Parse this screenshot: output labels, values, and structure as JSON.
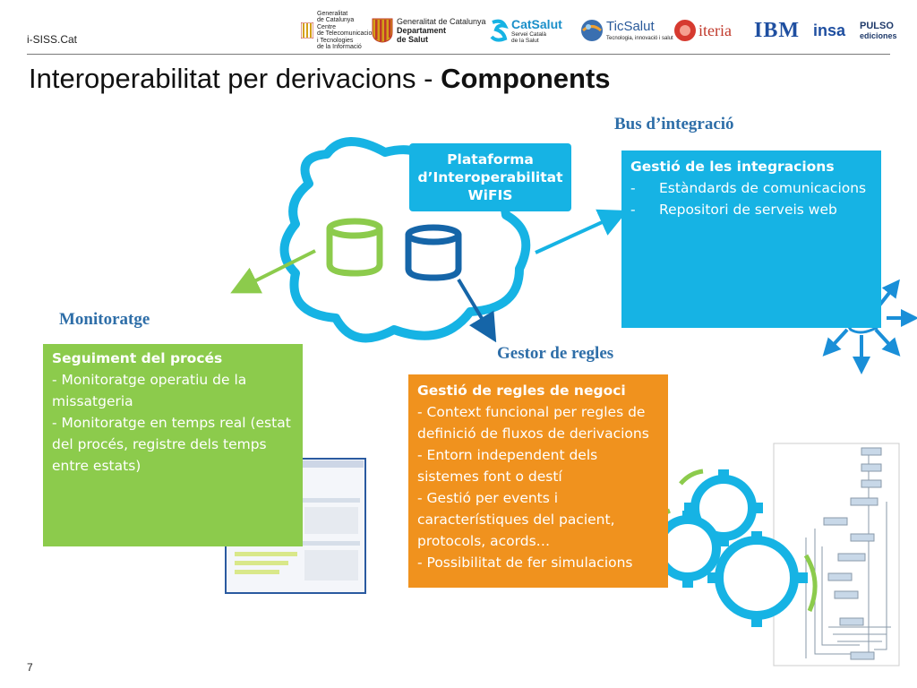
{
  "header": {
    "top_label": "i-SISS.Cat",
    "title_plain": "Interoperabilitat per derivacions - ",
    "title_bold": "Components",
    "logos": {
      "generalitat_ctti": [
        "Generalitat",
        "de Catalunya",
        "Centre",
        "de Telecomunicacions",
        "i Tecnologies",
        "de la Informació"
      ],
      "generalitat_salut": [
        "Generalitat de Catalunya",
        "Departament",
        "de Salut"
      ],
      "catsalut": {
        "name": "CatSalut",
        "sub": [
          "Servei Català",
          "de la Salut"
        ]
      },
      "ticsalut": {
        "name": "TicSalut",
        "sub": "Tecnologia, innovació i salut"
      },
      "iteria": "iteria",
      "ibm": "IBM",
      "insa": "insa",
      "pulso": [
        "PULSO",
        "ediciones"
      ]
    }
  },
  "cloud": {
    "platform_lines": [
      "Plataforma",
      "d’Interoperabilitat",
      "WiFIS"
    ]
  },
  "bus": {
    "heading": "Bus d’integració",
    "title": "Gestió de les integracions",
    "items": [
      {
        "dash": "-",
        "text": "Estàndards de comunicacions"
      },
      {
        "dash": "-",
        "text": "Repositori de serveis web"
      }
    ]
  },
  "monitoratge": {
    "heading": "Monitoratge",
    "title": "Seguiment del procés",
    "lines": [
      "- Monitoratge operatiu de la missatgeria",
      "- Monitoratge en temps real (estat del procés, registre dels temps entre estats)"
    ]
  },
  "regles": {
    "heading": "Gestor de regles",
    "title": "Gestió de regles de negoci",
    "lines": [
      "- Context funcional per regles de definició de fluxos de derivacions",
      "- Entorn independent dels sistemes font o destí",
      "- Gestió per events i característiques del pacient, protocols, acords…",
      "- Possibilitat de fer simulacions"
    ]
  },
  "footer": {
    "page_number": "7"
  },
  "colors": {
    "accent_blue": "#16b3e4",
    "dark_blue": "#1565a8",
    "green": "#8ccb4c",
    "orange": "#f0921e",
    "heading_blue": "#2e6ea8"
  }
}
